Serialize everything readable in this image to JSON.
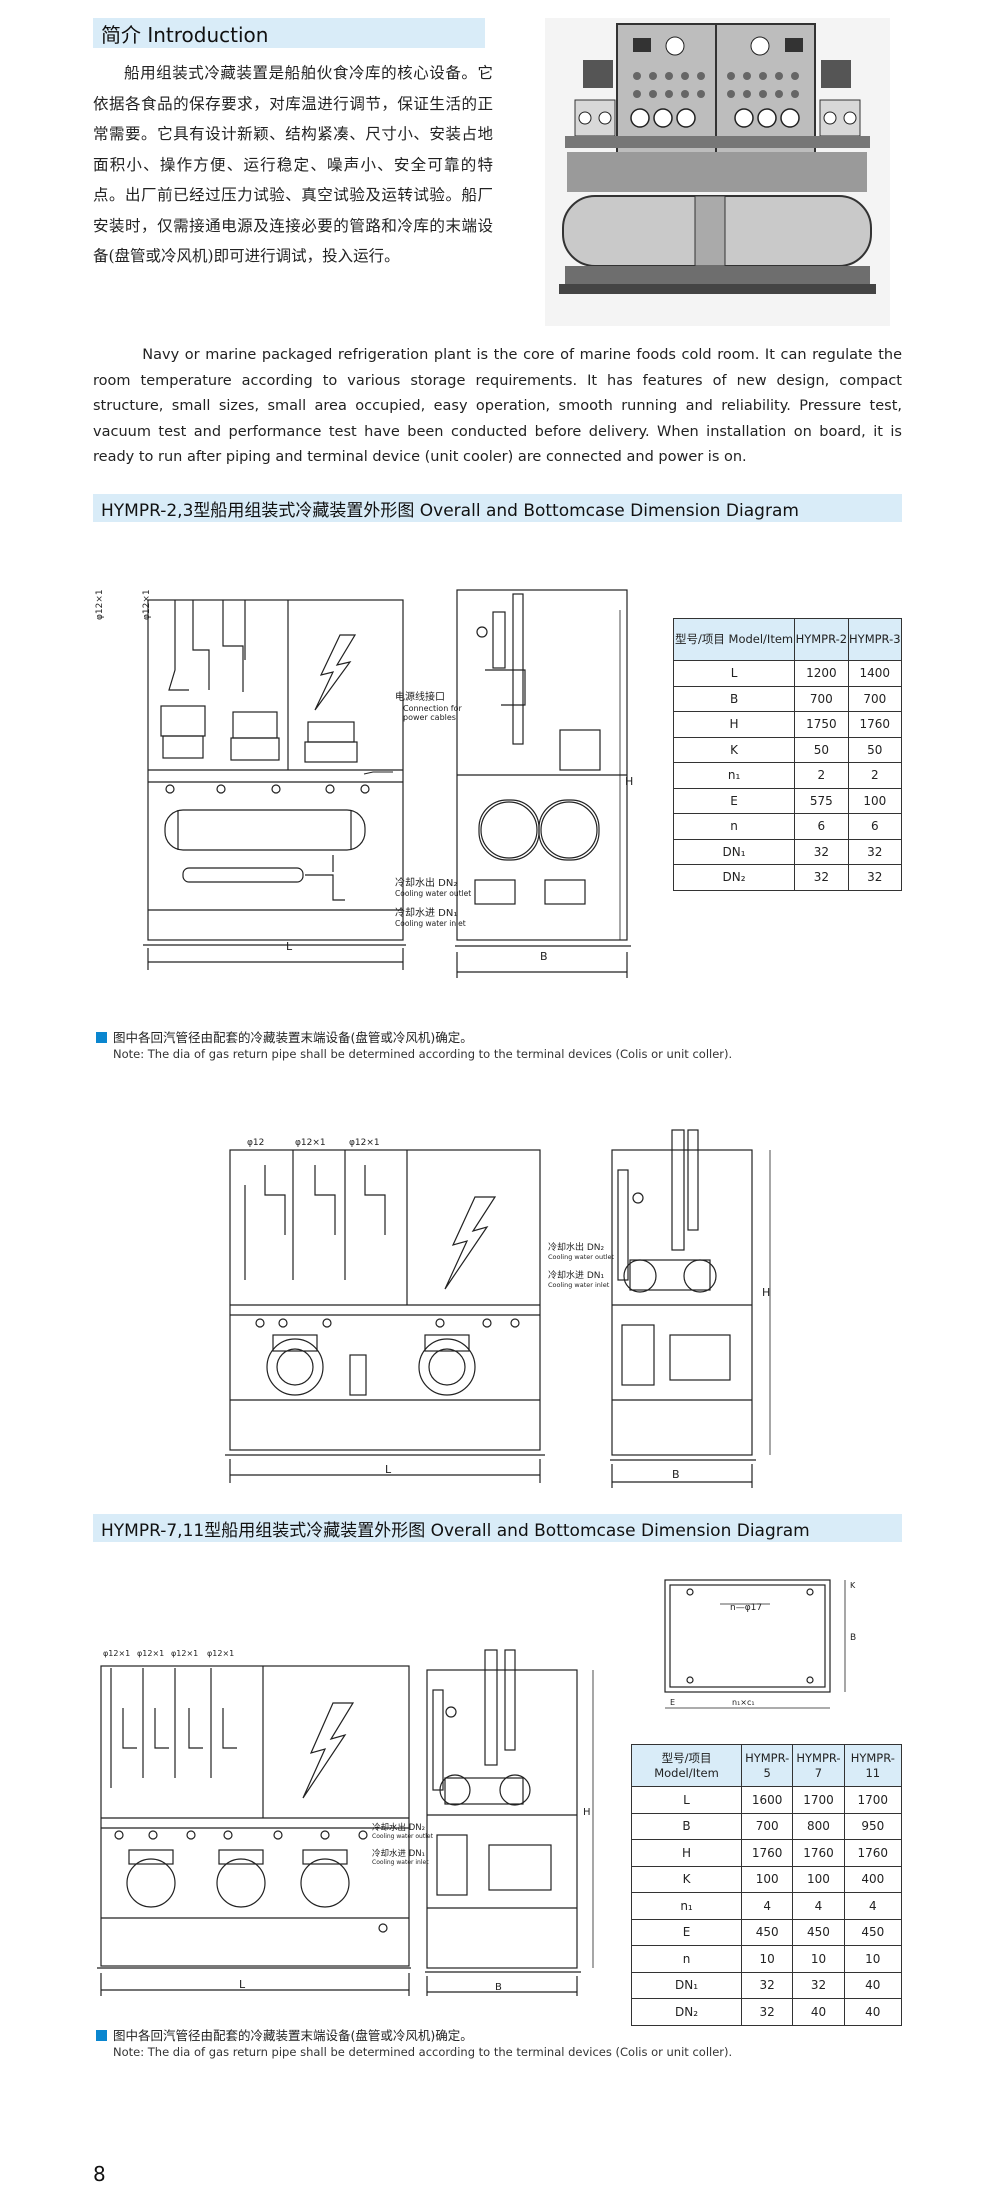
{
  "intro": {
    "heading": "简介 Introduction",
    "cn_paragraph": "船用组装式冷藏装置是船舶伙食冷库的核心设备。它依据各食品的保存要求，对库温进行调节，保证生活的正常需要。它具有设计新颖、结构紧凑、尺寸小、安装占地面积小、操作方便、运行稳定、噪声小、安全可靠的特点。出厂前已经过压力试验、真空试验及运转试验。船厂安装时，仅需接通电源及连接必要的管路和冷库的末端设备(盘管或冷风机)即可进行调试，投入运行。",
    "en_paragraph": "Navy or marine packaged refrigeration plant is the core of marine foods cold room. It can regulate the room temperature according to various storage requirements. It has features of new design, compact structure, small sizes, small area occupied, easy operation, smooth running and reliability. Pressure test, vacuum test and performance test have been conducted before delivery. When installation on board, it is ready to run after piping and terminal device (unit cooler) are connected and power is on."
  },
  "section1": {
    "heading": "HYMPR-2,3型船用组装式冷藏装置外形图 Overall and Bottomcase Dimension Diagram",
    "drawing_labels": {
      "pipe_a": "φ12×1",
      "pipe_b": "φ12×1",
      "power_cn": "电源线接口",
      "power_en1": "Connection for",
      "power_en2": "power cables",
      "outlet_cn": "冷却水出 DN₂",
      "outlet_en": "Cooling water outlet",
      "inlet_cn": "冷却水进 DN₁",
      "inlet_en": "Cooling water inlet",
      "dim_L": "L",
      "dim_B": "B",
      "dim_H": "H"
    },
    "table": {
      "header": [
        "型号/项目 Model/Item",
        "HYMPR-2",
        "HYMPR-3"
      ],
      "rows": [
        [
          "L",
          "1200",
          "1400"
        ],
        [
          "B",
          "700",
          "700"
        ],
        [
          "H",
          "1750",
          "1760"
        ],
        [
          "K",
          "50",
          "50"
        ],
        [
          "n₁",
          "2",
          "2"
        ],
        [
          "E",
          "575",
          "100"
        ],
        [
          "n",
          "6",
          "6"
        ],
        [
          "DN₁",
          "32",
          "32"
        ],
        [
          "DN₂",
          "32",
          "32"
        ]
      ]
    },
    "note_cn": "图中各回汽管径由配套的冷藏装置末端设备(盘管或冷风机)确定。",
    "note_en": "Note: The dia of gas return pipe shall be determined according to the terminal devices (Colis or unit coller).",
    "drawing2_labels": {
      "pipe_a": "φ12",
      "pipe_b": "φ12×1",
      "pipe_c": "φ12×1",
      "outlet_cn": "冷却水出 DN₂",
      "outlet_en": "Cooling water outlet",
      "inlet_cn": "冷却水进 DN₁",
      "inlet_en": "Cooling water inlet",
      "dim_L": "L",
      "dim_B": "B",
      "dim_H": "H"
    }
  },
  "section2": {
    "heading": "HYMPR-7,11型船用组装式冷藏装置外形图 Overall and Bottomcase Dimension Diagram",
    "base_labels": {
      "hole": "n—φ17",
      "spacing": "n₁×c₁",
      "dim_E": "E",
      "dim_B": "B",
      "dim_K": "K"
    },
    "drawing_labels": {
      "pipe_a": "φ12×1",
      "pipe_b": "φ12×1",
      "pipe_c": "φ12×1",
      "pipe_d": "φ12×1",
      "outlet_cn": "冷却水出 DN₂",
      "outlet_en": "Cooling water outlet",
      "inlet_cn": "冷却水进 DN₁",
      "inlet_en": "Cooling water inlet",
      "dim_L": "L",
      "dim_B": "B",
      "dim_H": "H"
    },
    "table": {
      "header": [
        "型号/项目 Model/Item",
        "HYMPR-5",
        "HYMPR-7",
        "HYMPR-11"
      ],
      "rows": [
        [
          "L",
          "1600",
          "1700",
          "1700"
        ],
        [
          "B",
          "700",
          "800",
          "950"
        ],
        [
          "H",
          "1760",
          "1760",
          "1760"
        ],
        [
          "K",
          "100",
          "100",
          "400"
        ],
        [
          "n₁",
          "4",
          "4",
          "4"
        ],
        [
          "E",
          "450",
          "450",
          "450"
        ],
        [
          "n",
          "10",
          "10",
          "10"
        ],
        [
          "DN₁",
          "32",
          "32",
          "40"
        ],
        [
          "DN₂",
          "32",
          "40",
          "40"
        ]
      ]
    },
    "note_cn": "图中各回汽管径由配套的冷藏装置末端设备(盘管或冷风机)确定。",
    "note_en": "Note: The dia of gas return pipe shall be determined according to the terminal devices (Colis or unit coller)."
  },
  "page_number": "8",
  "colors": {
    "section_bar": "#d9ecf8",
    "note_marker": "#0a86cf"
  }
}
